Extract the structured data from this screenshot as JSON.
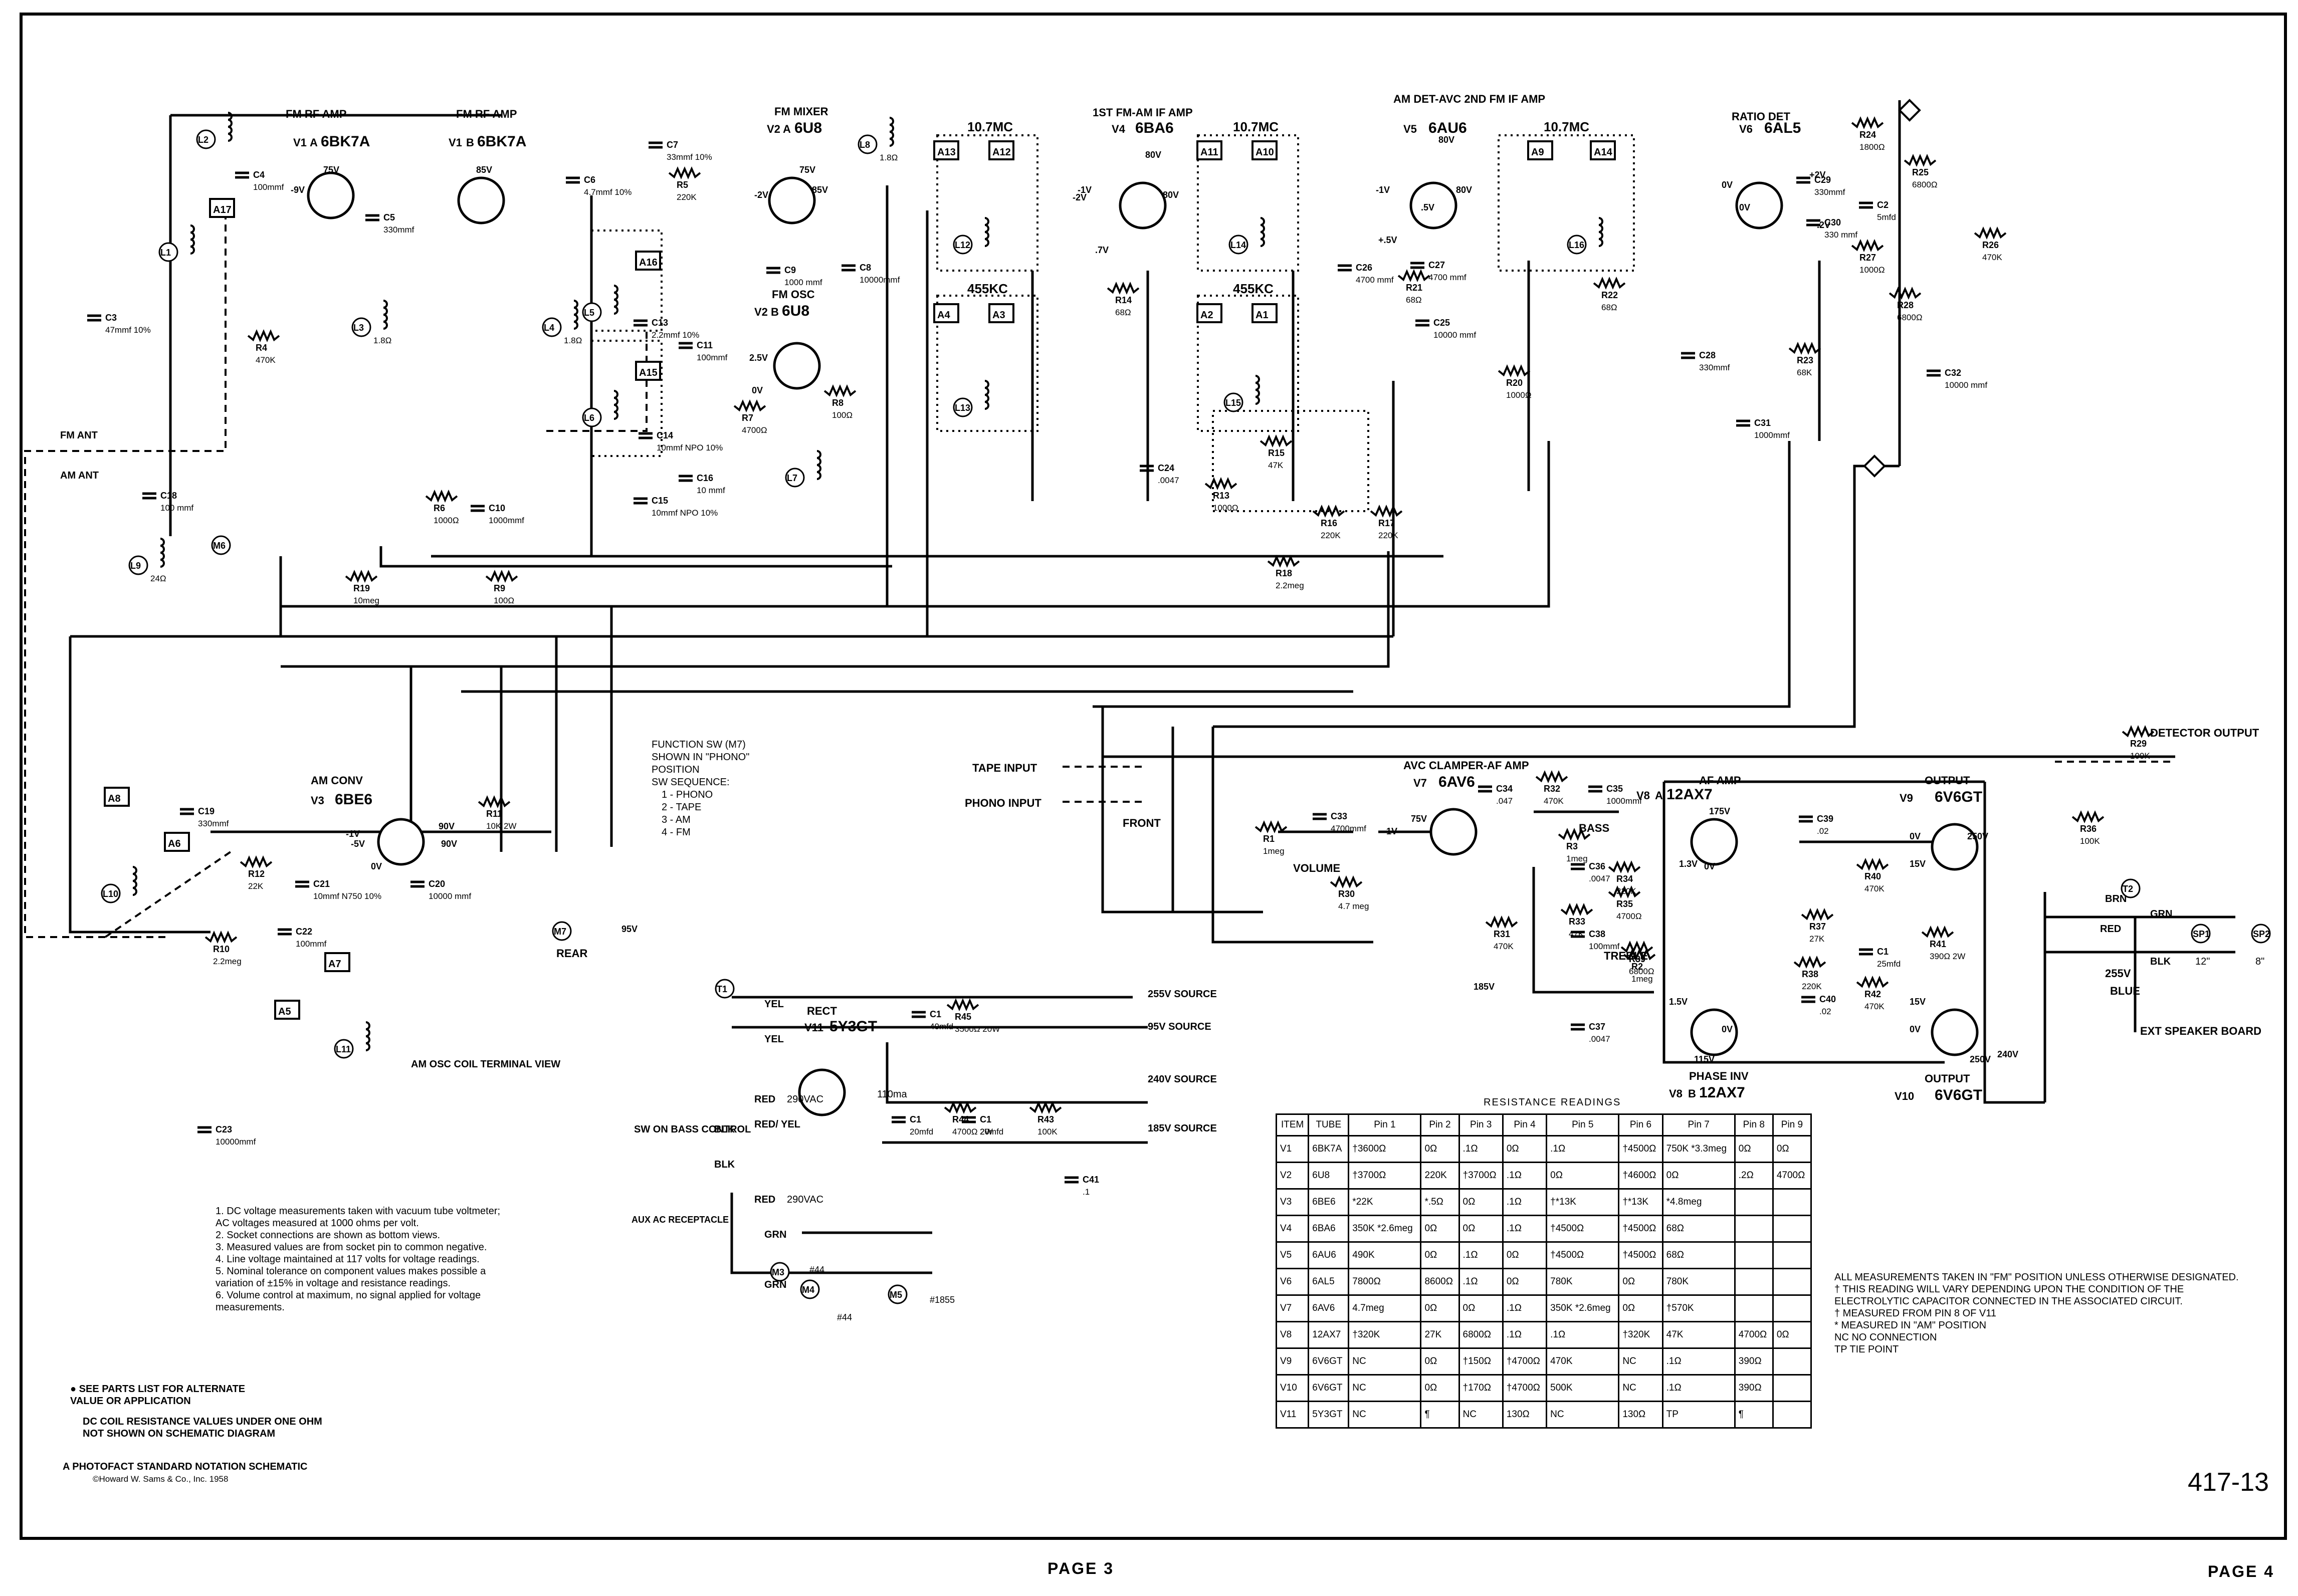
{
  "page_labels": {
    "left": "PAGE 3",
    "right": "PAGE 4"
  },
  "schematic_number": "417-13",
  "tubes": [
    {
      "ref": "V1",
      "section": "A",
      "type": "6BK7A",
      "function": "FM RF AMP"
    },
    {
      "ref": "V1",
      "section": "B",
      "type": "6BK7A",
      "function": "FM RF AMP"
    },
    {
      "ref": "V2",
      "section": "A",
      "type": "6U8",
      "function": "FM MIXER"
    },
    {
      "ref": "V2",
      "section": "B",
      "type": "6U8",
      "function": "FM OSC"
    },
    {
      "ref": "V4",
      "section": "",
      "type": "6BA6",
      "function": "1ST FM-AM IF AMP"
    },
    {
      "ref": "V5",
      "section": "",
      "type": "6AU6",
      "function": "AM DET-AVC 2ND FM IF AMP"
    },
    {
      "ref": "V6",
      "section": "",
      "type": "6AL5",
      "function": "RATIO DET"
    },
    {
      "ref": "V3",
      "section": "",
      "type": "6BE6",
      "function": "AM CONV"
    },
    {
      "ref": "V7",
      "section": "",
      "type": "6AV6",
      "function": "AVC CLAMPER-AF AMP"
    },
    {
      "ref": "V8",
      "section": "A",
      "type": "12AX7",
      "function": "AF AMP"
    },
    {
      "ref": "V8",
      "section": "B",
      "type": "12AX7",
      "function": "PHASE INV"
    },
    {
      "ref": "V9",
      "section": "",
      "type": "6V6GT",
      "function": "OUTPUT"
    },
    {
      "ref": "V10",
      "section": "",
      "type": "6V6GT",
      "function": "OUTPUT"
    },
    {
      "ref": "V11",
      "section": "",
      "type": "5Y3GT",
      "function": "RECT"
    }
  ],
  "if_cans": {
    "mc": "10.7MC",
    "kc": "455KC"
  },
  "labels": {
    "fm_ant": "FM ANT",
    "am_ant": "AM ANT",
    "tape_input": "TAPE INPUT",
    "phono_input": "PHONO INPUT",
    "detector_output": "DETECTOR OUTPUT",
    "front": "FRONT",
    "rear": "REAR",
    "volume": "VOLUME",
    "bass": "BASS",
    "treble": "TREBLE",
    "ext_speaker": "EXT SPEAKER BOARD",
    "sw_on_bass": "SW ON BASS CONTROL",
    "aux_ac": "AUX AC RECEPTACLE",
    "am_osc_coil": "AM OSC COIL TERMINAL VIEW",
    "blue": "BLUE",
    "brn": "BRN",
    "red": "RED",
    "grn": "GRN",
    "blk": "BLK",
    "yel": "YEL",
    "red_yel": "RED/ YEL",
    "vac1": "290VAC",
    "vac2": "290VAC",
    "ma": "110ma",
    "sp1": "12\"",
    "sp2": "8\"",
    "p255": "255V"
  },
  "function_switch": {
    "lines": [
      "FUNCTION SW (M7)",
      "SHOWN IN \"PHONO\"",
      "POSITION",
      "SW SEQUENCE:",
      "1 - PHONO",
      "2 - TAPE",
      "3 - AM",
      "4 - FM"
    ]
  },
  "sources": [
    "255V SOURCE",
    "95V SOURCE",
    "240V SOURCE",
    "185V SOURCE"
  ],
  "components": {
    "caps": [
      {
        "ref": "C4",
        "value": "100mmf"
      },
      {
        "ref": "C5",
        "value": "330mmf"
      },
      {
        "ref": "C6",
        "value": "4.7mmf 10%"
      },
      {
        "ref": "C7",
        "value": "33mmf 10%"
      },
      {
        "ref": "C3",
        "value": "47mmf 10%"
      },
      {
        "ref": "C13",
        "value": "2.2mmf 10%"
      },
      {
        "ref": "C11",
        "value": "100mmf"
      },
      {
        "ref": "C14",
        "value": "10mmf NPO 10%"
      },
      {
        "ref": "C16",
        "value": "10 mmf"
      },
      {
        "ref": "C15",
        "value": "10mmf NPO 10%"
      },
      {
        "ref": "C9",
        "value": "1000 mmf"
      },
      {
        "ref": "C8",
        "value": "10000mmf"
      },
      {
        "ref": "C10",
        "value": "1000mmf"
      },
      {
        "ref": "C18",
        "value": "100 mmf"
      },
      {
        "ref": "C24",
        "value": ".0047"
      },
      {
        "ref": "C26",
        "value": "4700 mmf"
      },
      {
        "ref": "C27",
        "value": "4700 mmf"
      },
      {
        "ref": "C25",
        "value": "10000 mmf"
      },
      {
        "ref": "C29",
        "value": "330mmf"
      },
      {
        "ref": "C30",
        "value": "330 mmf"
      },
      {
        "ref": "C2",
        "value": "5mfd"
      },
      {
        "ref": "C28",
        "value": "330mmf"
      },
      {
        "ref": "C31",
        "value": "1000mmf"
      },
      {
        "ref": "C32",
        "value": "10000 mmf"
      },
      {
        "ref": "C19",
        "value": "330mmf"
      },
      {
        "ref": "C21",
        "value": "10mmf N750 10%"
      },
      {
        "ref": "C22",
        "value": "100mmf"
      },
      {
        "ref": "C20",
        "value": "10000 mmf"
      },
      {
        "ref": "C23",
        "value": "10000mmf"
      },
      {
        "ref": "C33",
        "value": "4700mmf"
      },
      {
        "ref": "C34",
        "value": ".047"
      },
      {
        "ref": "C35",
        "value": "1000mmf"
      },
      {
        "ref": "C36",
        "value": ".0047"
      },
      {
        "ref": "C38",
        "value": "100mmf"
      },
      {
        "ref": "C37",
        "value": ".0047"
      },
      {
        "ref": "C39",
        "value": ".02"
      },
      {
        "ref": "C40",
        "value": ".02"
      },
      {
        "ref": "C1",
        "value": "40mfd"
      },
      {
        "ref": "C1",
        "value": "20mfd"
      },
      {
        "ref": "C1",
        "value": "20mfd"
      },
      {
        "ref": "C41",
        "value": ".1"
      },
      {
        "ref": "C1",
        "value": "25mfd"
      }
    ],
    "resistors": [
      {
        "ref": "R5",
        "value": "220K"
      },
      {
        "ref": "R4",
        "value": "470K"
      },
      {
        "ref": "R7",
        "value": "4700Ω"
      },
      {
        "ref": "R8",
        "value": "100Ω"
      },
      {
        "ref": "R6",
        "value": "1000Ω"
      },
      {
        "ref": "R19",
        "value": "10meg"
      },
      {
        "ref": "R9",
        "value": "100Ω"
      },
      {
        "ref": "R14",
        "value": "68Ω"
      },
      {
        "ref": "R13",
        "value": "1000Ω"
      },
      {
        "ref": "R15",
        "value": "47K"
      },
      {
        "ref": "R16",
        "value": "220K"
      },
      {
        "ref": "R17",
        "value": "220K"
      },
      {
        "ref": "R18",
        "value": "2.2meg"
      },
      {
        "ref": "R21",
        "value": "68Ω"
      },
      {
        "ref": "R20",
        "value": "1000Ω"
      },
      {
        "ref": "R22",
        "value": "68Ω"
      },
      {
        "ref": "R24",
        "value": "1800Ω"
      },
      {
        "ref": "R25",
        "value": "6800Ω"
      },
      {
        "ref": "R27",
        "value": "1000Ω"
      },
      {
        "ref": "R28",
        "value": "6800Ω"
      },
      {
        "ref": "R26",
        "value": "470K"
      },
      {
        "ref": "R23",
        "value": "68K"
      },
      {
        "ref": "R11",
        "value": "10K 2W"
      },
      {
        "ref": "R12",
        "value": "22K"
      },
      {
        "ref": "R10",
        "value": "2.2meg"
      },
      {
        "ref": "R1",
        "value": "1meg"
      },
      {
        "ref": "R30",
        "value": "4.7 meg"
      },
      {
        "ref": "R31",
        "value": "470K"
      },
      {
        "ref": "R32",
        "value": "470K"
      },
      {
        "ref": "R3",
        "value": "1meg"
      },
      {
        "ref": "R33",
        "value": "47K"
      },
      {
        "ref": "R2",
        "value": "1meg"
      },
      {
        "ref": "R35",
        "value": "4700Ω"
      },
      {
        "ref": "R39",
        "value": "6800Ω"
      },
      {
        "ref": "R34",
        "value": "220K"
      },
      {
        "ref": "R40",
        "value": "470K"
      },
      {
        "ref": "R37",
        "value": "27K"
      },
      {
        "ref": "R38",
        "value": "220K"
      },
      {
        "ref": "R42",
        "value": "470K"
      },
      {
        "ref": "R41",
        "value": "390Ω 2W"
      },
      {
        "ref": "R36",
        "value": "100K"
      },
      {
        "ref": "R29",
        "value": "100K"
      },
      {
        "ref": "R45",
        "value": "3500Ω 20W"
      },
      {
        "ref": "R44",
        "value": "4700Ω 2W"
      },
      {
        "ref": "R43",
        "value": "100K"
      }
    ],
    "coils": [
      {
        "ref": "L2",
        "value": ""
      },
      {
        "ref": "L1",
        "value": ""
      },
      {
        "ref": "L3",
        "value": "1.8Ω"
      },
      {
        "ref": "L4",
        "value": "1.8Ω"
      },
      {
        "ref": "L5",
        "value": ""
      },
      {
        "ref": "L6",
        "value": ""
      },
      {
        "ref": "L7",
        "value": ""
      },
      {
        "ref": "L8",
        "value": "1.8Ω"
      },
      {
        "ref": "L9",
        "value": "24Ω"
      },
      {
        "ref": "L10",
        "value": ""
      },
      {
        "ref": "L11",
        "value": ""
      },
      {
        "ref": "L12",
        "value": ""
      },
      {
        "ref": "L13",
        "value": ""
      },
      {
        "ref": "L14",
        "value": ""
      },
      {
        "ref": "L15",
        "value": ""
      },
      {
        "ref": "L16",
        "value": ""
      }
    ],
    "trimmers": [
      "A17",
      "A16",
      "A15",
      "A13",
      "A12",
      "A4",
      "A3",
      "A11",
      "A10",
      "A2",
      "A1",
      "A9",
      "A14",
      "A8",
      "A6",
      "A7",
      "A5"
    ],
    "misc": [
      "M6",
      "M7",
      "M3",
      "M4",
      "M5",
      "T1",
      "T2",
      "SP1",
      "SP2"
    ],
    "lamp_labels": [
      "#44",
      "#44",
      "#1855"
    ]
  },
  "notes": [
    "1.   DC voltage measurements taken with vacuum tube voltmeter;",
    "      AC voltages measured at 1000 ohms per volt.",
    "2.   Socket connections are shown as bottom views.",
    "3.   Measured values are from socket pin to common negative.",
    "4.   Line voltage maintained at 117 volts for voltage readings.",
    "5.   Nominal tolerance on component values makes possible a",
    "      variation of ±15% in voltage and resistance readings.",
    "6.   Volume control at maximum, no signal applied for voltage",
    "      measurements."
  ],
  "legend_notes": [
    "● SEE PARTS LIST FOR ALTERNATE",
    "   VALUE OR APPLICATION",
    "DC COIL RESISTANCE VALUES UNDER ONE OHM",
    "NOT SHOWN ON SCHEMATIC DIAGRAM"
  ],
  "footer": {
    "line1": "A PHOTOFACT STANDARD NOTATION SCHEMATIC",
    "line2": "©Howard W. Sams & Co., Inc. 1958"
  },
  "measurement_notes": [
    "ALL MEASUREMENTS TAKEN IN \"FM\" POSITION UNLESS OTHERWISE DESIGNATED.",
    "†      THIS READING WILL VARY DEPENDING UPON THE CONDITION OF THE",
    "        ELECTROLYTIC CAPACITOR CONNECTED IN THE ASSOCIATED CIRCUIT.",
    "†      MEASURED FROM PIN 8 OF V11",
    "*      MEASURED IN \"AM\" POSITION",
    "NC    NO CONNECTION",
    "TP    TIE POINT"
  ],
  "resistance_table": {
    "title": "RESISTANCE READINGS",
    "headers": [
      "ITEM",
      "TUBE",
      "Pin 1",
      "Pin 2",
      "Pin 3",
      "Pin 4",
      "Pin 5",
      "Pin 6",
      "Pin 7",
      "Pin 8",
      "Pin 9"
    ],
    "rows": [
      [
        "V1",
        "6BK7A",
        "†3600Ω",
        "0Ω",
        ".1Ω",
        "0Ω",
        ".1Ω",
        "†4500Ω",
        "750K *3.3meg",
        "0Ω",
        "0Ω"
      ],
      [
        "V2",
        "6U8",
        "†3700Ω",
        "220K",
        "†3700Ω",
        ".1Ω",
        "0Ω",
        "†4600Ω",
        "0Ω",
        ".2Ω",
        "4700Ω"
      ],
      [
        "V3",
        "6BE6",
        "*22K",
        "*.5Ω",
        "0Ω",
        ".1Ω",
        "†*13K",
        "†*13K",
        "*4.8meg",
        "",
        ""
      ],
      [
        "V4",
        "6BA6",
        "350K *2.6meg",
        "0Ω",
        "0Ω",
        ".1Ω",
        "†4500Ω",
        "†4500Ω",
        "68Ω",
        "",
        ""
      ],
      [
        "V5",
        "6AU6",
        "490K",
        "0Ω",
        ".1Ω",
        "0Ω",
        "†4500Ω",
        "†4500Ω",
        "68Ω",
        "",
        ""
      ],
      [
        "V6",
        "6AL5",
        "7800Ω",
        "8600Ω",
        ".1Ω",
        "0Ω",
        "780K",
        "0Ω",
        "780K",
        "",
        ""
      ],
      [
        "V7",
        "6AV6",
        "4.7meg",
        "0Ω",
        "0Ω",
        ".1Ω",
        "350K *2.6meg",
        "0Ω",
        "†570K",
        "",
        ""
      ],
      [
        "V8",
        "12AX7",
        "†320K",
        "27K",
        "6800Ω",
        ".1Ω",
        ".1Ω",
        "†320K",
        "47K",
        "4700Ω",
        "0Ω"
      ],
      [
        "V9",
        "6V6GT",
        "NC",
        "0Ω",
        "†150Ω",
        "†4700Ω",
        "470K",
        "NC",
        ".1Ω",
        "390Ω",
        ""
      ],
      [
        "V10",
        "6V6GT",
        "NC",
        "0Ω",
        "†170Ω",
        "†4700Ω",
        "500K",
        "NC",
        ".1Ω",
        "390Ω",
        ""
      ],
      [
        "V11",
        "5Y3GT",
        "NC",
        "¶",
        "NC",
        "130Ω",
        "NC",
        "130Ω",
        "TP",
        "¶",
        ""
      ]
    ]
  },
  "voltages": [
    "75V",
    "85V",
    "75V",
    "85V",
    "-2V",
    "-9V",
    "-1V",
    "-2V",
    "80V",
    "80V",
    "2.5V",
    "0V",
    ".7V",
    "80V",
    "80V",
    "+.5V",
    "-1V",
    ".5V",
    "0V",
    "0V",
    "+2V",
    ".2V",
    "90V",
    "90V",
    "-5V",
    "-1V",
    "0V",
    "75V",
    "-1V",
    "175V",
    "1.3V",
    "0V",
    "250V",
    "15V",
    "1.5V",
    "0V",
    "115V",
    "250V",
    "15V",
    "240V",
    "185V",
    "95V",
    "0V",
    "0V"
  ]
}
